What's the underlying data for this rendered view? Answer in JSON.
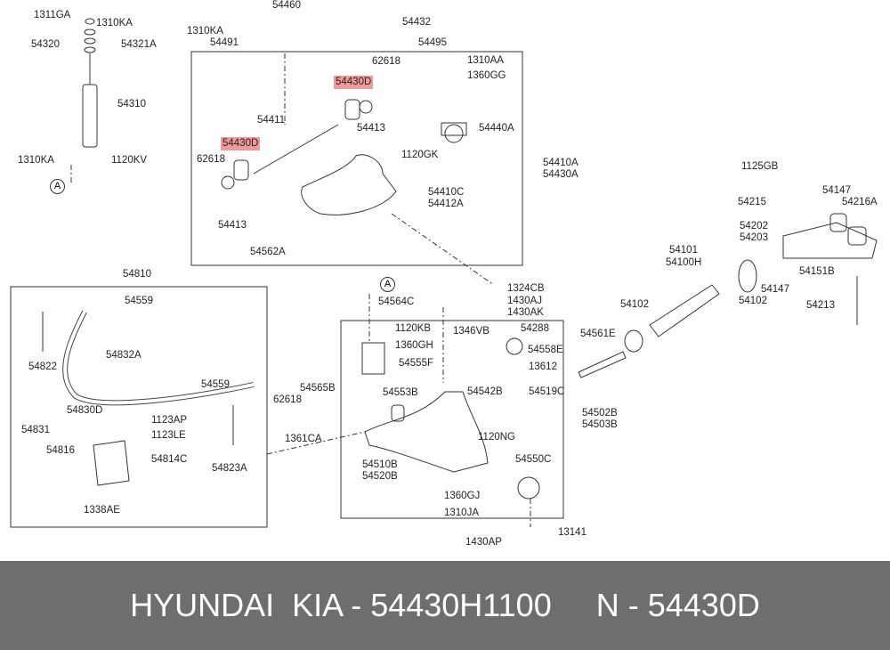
{
  "labels": [
    "1311GA",
    "1310KA",
    "54320",
    "54321A",
    "54310",
    "1310KA",
    "1120KV",
    "A",
    "54460",
    "54432",
    "1310KA",
    "54491",
    "54495",
    "62618",
    "1310AA",
    "1360GG",
    "54430D",
    "54411",
    "54413",
    "54440A",
    "54430D",
    "62618",
    "1120GK",
    "54410A",
    "54430A",
    "54410C",
    "54412A",
    "54413",
    "54562A",
    "1125GB",
    "54147",
    "54215",
    "54216A",
    "54202",
    "54203",
    "54101",
    "54100H",
    "54151B",
    "54147",
    "54810",
    "54559",
    "54564C",
    "A",
    "1324CB",
    "1430AJ",
    "1430AK",
    "54102",
    "54102",
    "54213",
    "1120KB",
    "1346VB",
    "54288",
    "1360GH",
    "54558E",
    "54561E",
    "54822",
    "54832A",
    "54555F",
    "13612",
    "54559",
    "54565B",
    "62618",
    "54553B",
    "54542B",
    "54519C",
    "54502B",
    "54503B",
    "54830D",
    "1123AP",
    "54831",
    "1123LE",
    "1361CA",
    "1120NG",
    "54816",
    "54814C",
    "54550C",
    "54823A",
    "54510B",
    "54520B",
    "1360GJ",
    "1310JA",
    "1338AE",
    "13141",
    "1430AP"
  ],
  "highlight_color": "#f29a9a",
  "footer": {
    "brand": "HYUNDAI  KIA - ",
    "part_number": "54430H1100",
    "sep": "     ",
    "note": "N - 54430D"
  }
}
